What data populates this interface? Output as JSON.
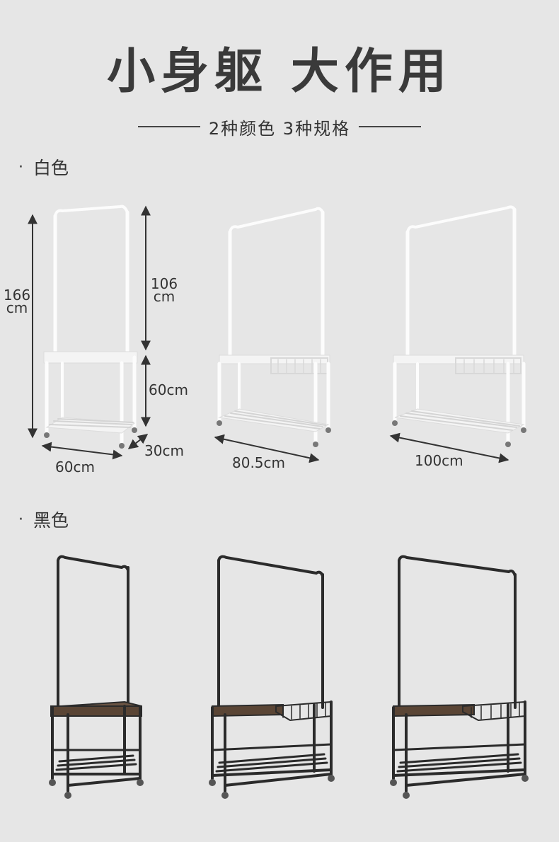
{
  "header": {
    "title": "小身躯 大作用",
    "subtitle": "2种颜色 3种规格"
  },
  "sections": {
    "white": {
      "label": "白色"
    },
    "black": {
      "label": "黑色"
    }
  },
  "dimensions": {
    "height_total_value": "166",
    "height_total_unit": "cm",
    "height_upper_value": "106",
    "height_upper_unit": "cm",
    "height_lower": "60cm",
    "depth": "30cm",
    "width_small": "60cm",
    "width_medium": "80.5cm",
    "width_large": "100cm"
  },
  "colors": {
    "background": "#e6e6e6",
    "white_frame": "#fafafa",
    "black_frame": "#2b2b2b",
    "wood_top": "#5a4535"
  }
}
